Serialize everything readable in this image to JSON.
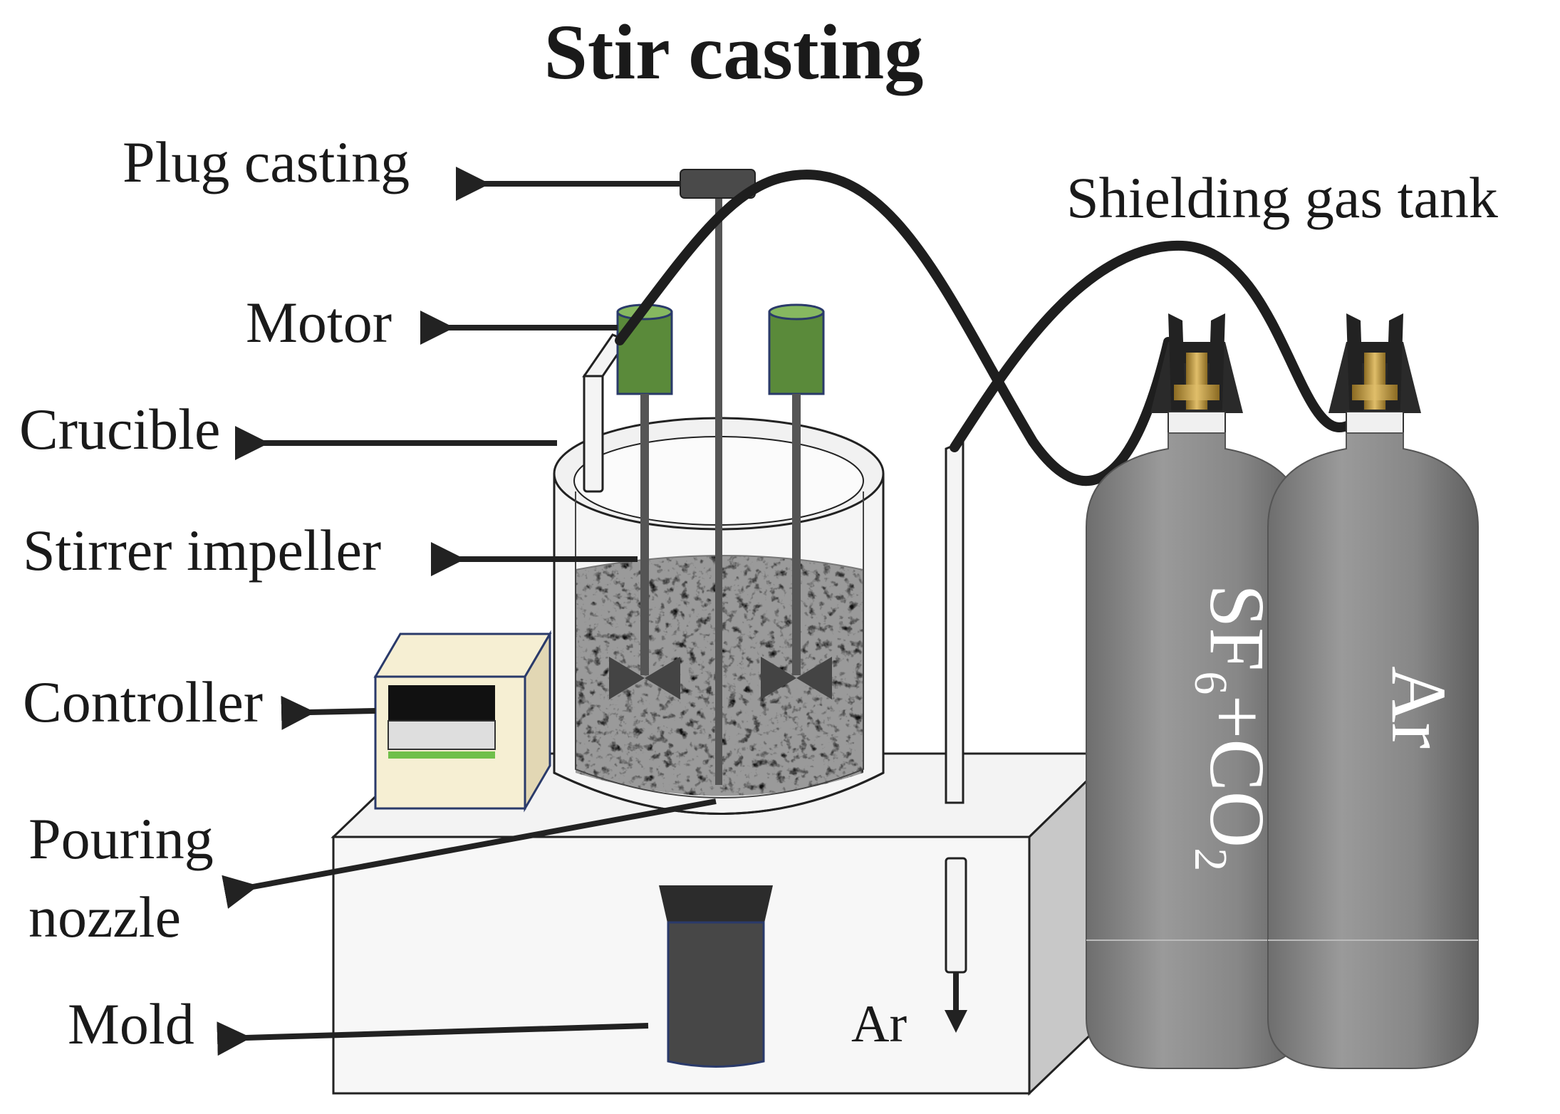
{
  "title": "Stir casting",
  "labels": {
    "plug_casting": "Plug casting",
    "motor": "Motor",
    "crucible": "Crucible",
    "stirrer_impeller": "Stirrer impeller",
    "controller": "Controller",
    "pouring_nozzle_line1": "Pouring",
    "pouring_nozzle_line2": "nozzle",
    "mold": "Mold",
    "shielding_gas_tank": "Shielding gas tank",
    "ar_flow": "Ar"
  },
  "tanks": {
    "left": {
      "sf": "SF",
      "sub6": "6",
      "plus_co": "+CO",
      "sub2": "2"
    },
    "right": {
      "label": "Ar"
    }
  },
  "colors": {
    "motor": "#5a8a3a",
    "tank": "#8c8c8c",
    "tank_dark": "#6f6f6f",
    "valve_brass": "#c8a24a",
    "mold": "#444444",
    "controller_body": "#f6efd3",
    "hose": "#1e1e1e"
  }
}
